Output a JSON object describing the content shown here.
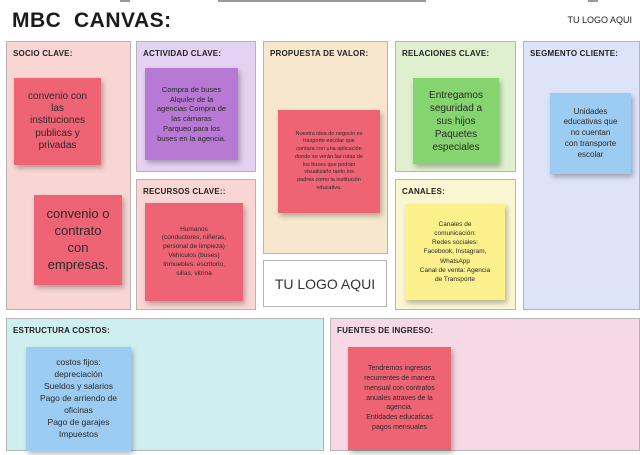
{
  "canvas": {
    "title": "MBC  CANVAS:",
    "logo_text_top": "TU LOGO AQUI",
    "logo_text_box": "TU LOGO AQUI",
    "sections": {
      "socio_clave": {
        "header": "SOCIO CLAVE:",
        "notes": [
          "convenio con\nlas\ninstituciones\npublicas y\nprivadas",
          "convenio o\ncontrato\ncon\nempresas."
        ]
      },
      "actividad_clave": {
        "header": "ACTIVIDAD CLAVE:",
        "note": "Compra de buses\nAlquiler de la\nagencias Compra de\nlas cámaras\nParqueo para los\nbuses en la agencia."
      },
      "recursos_clave": {
        "header": "RECURSOS CLAVE::",
        "note": "Humanos\n(conductores, niñeras,\npersonal de limpieza)\nVehiculos (buses)\nInmuebles: escritorio,\nsillas, vitrina"
      },
      "propuesta_valor": {
        "header": "PROPUESTA DE VALOR:",
        "note": "Nuestra idea de negocio es\ntrasporte escolar que\ncontara con una aplicación\ndonde se verán las rutas de\nlos buses que podrán\nvisualizarlo tanto los\npadres como la institución\neducativa."
      },
      "relaciones_clave": {
        "header": "RELACIONES CLAVE:",
        "note": "Entregamos\nseguridad a\nsus hijos\nPaquetes\nespeciales"
      },
      "canales": {
        "header": "CANALES:",
        "note": "Canales de\ncomunicación:\nRedes sociales:\nFacebook, Instagram,\nWhatsApp\nCanal de venta: Agencia\nde Transporte"
      },
      "segmento_cliente": {
        "header": "SEGMENTO CLIENTE:",
        "note": "Unidades\neducativas que\nno cuentan\ncon transporte\nescolar"
      },
      "estructura_costos": {
        "header": "ESTRUCTURA COSTOS:",
        "note": "costos fijos:\ndepreciación\nSueldos y salarios\nPago de arriendo de\noficinas\nPago de garajes\nImpuestos"
      },
      "fuentes_ingreso": {
        "header": "FUENTES DE INGRESO:",
        "note": "Tendremos ingresos\nrecurrentes de manera\nmensual con contratos\nanuales atraves de la\nagencia.\nEntidades educaticas\npagos mensuales"
      }
    },
    "colors": {
      "socio_bg": "#f9d6d3",
      "actividad_bg": "#e3d2f1",
      "recursos_bg": "#f9d6d3",
      "propuesta_bg": "#f7e7cf",
      "relaciones_bg": "#dff0cf",
      "canales_bg": "#fbf6d2",
      "segmento_bg": "#dde3f8",
      "costos_bg": "#cfeef0",
      "ingreso_bg": "#f7d9e6",
      "note_red": "#ef6474",
      "note_purple": "#b779d3",
      "note_green": "#86d46f",
      "note_yellow": "#fbf08c",
      "note_blue": "#9cccf2"
    }
  }
}
